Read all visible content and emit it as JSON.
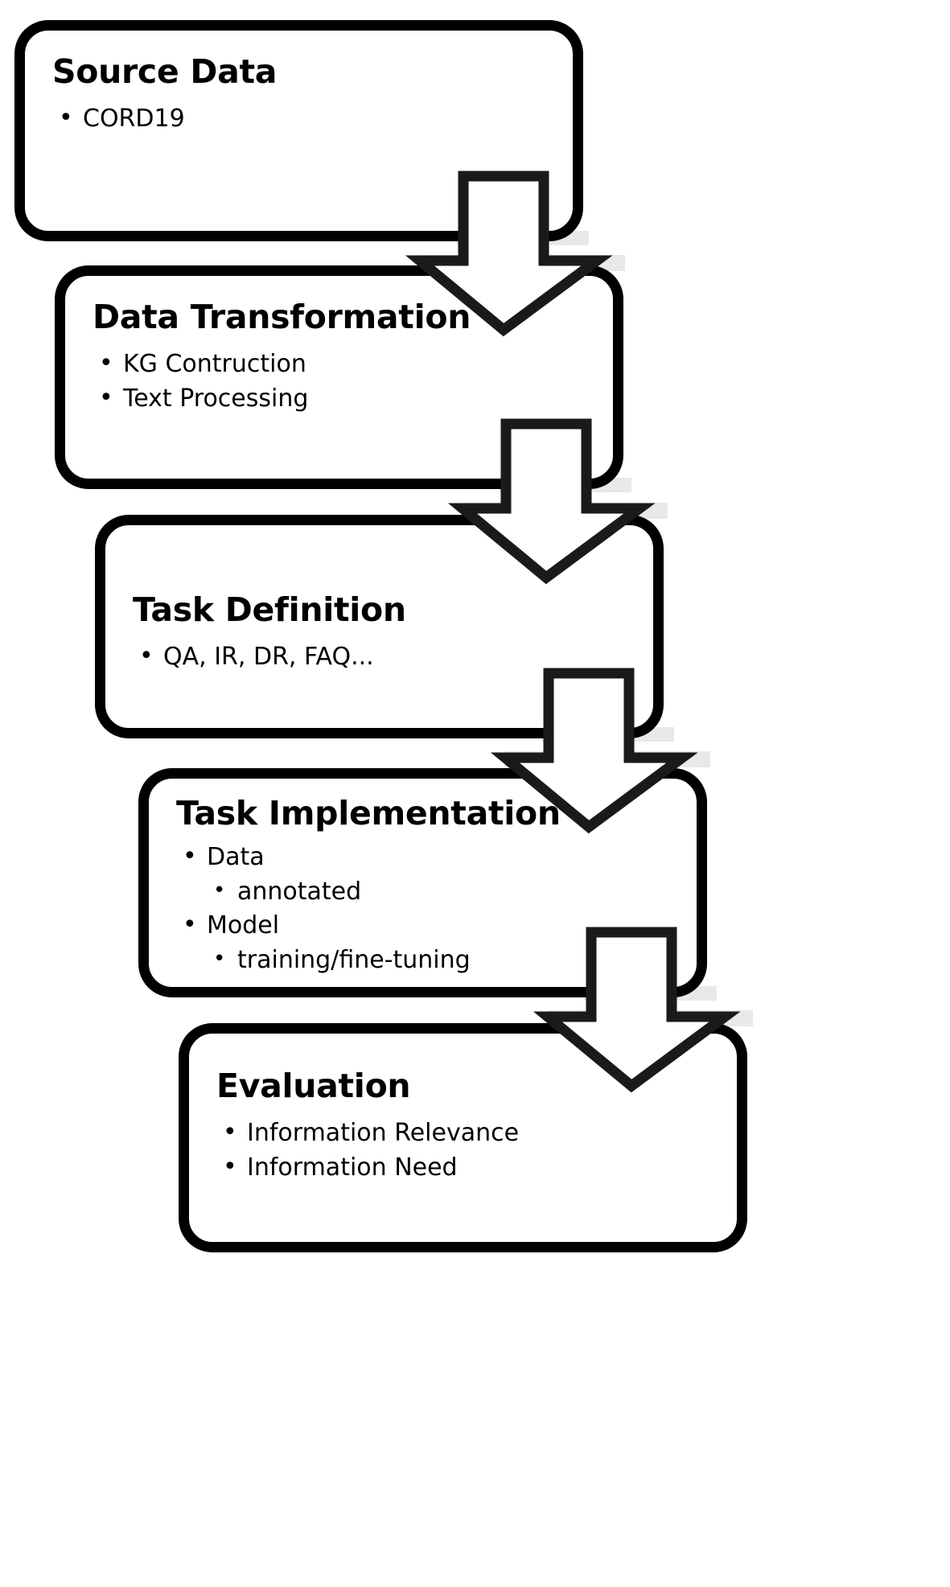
{
  "diagram": {
    "type": "flowchart",
    "orientation": "vertical-cascade",
    "title": "Research Pipeline Flowchart",
    "colors": {
      "box_border": "#000000",
      "box_fill": "#ffffff",
      "arrow_outline": "#1a1a1a",
      "arrow_fill": "#ffffff",
      "overlap_band": "#e8e8e8",
      "text": "#000000"
    },
    "stages": [
      {
        "id": "source-data",
        "title": "Source Data",
        "bullets": [
          {
            "text": "CORD19",
            "level": 1
          }
        ]
      },
      {
        "id": "data-transformation",
        "title": "Data Transformation",
        "bullets": [
          {
            "text": "KG Contruction",
            "level": 1
          },
          {
            "text": "Text Processing",
            "level": 1
          }
        ]
      },
      {
        "id": "task-definition",
        "title": "Task Definition",
        "bullets": [
          {
            "text": "QA, IR, DR, FAQ...",
            "level": 1
          }
        ]
      },
      {
        "id": "task-implementation",
        "title": "Task Implementation",
        "bullets": [
          {
            "text": "Data",
            "level": 1
          },
          {
            "text": "annotated",
            "level": 2
          },
          {
            "text": "Model",
            "level": 1
          },
          {
            "text": "training/fine-tuning",
            "level": 2
          }
        ]
      },
      {
        "id": "evaluation",
        "title": "Evaluation",
        "bullets": [
          {
            "text": "Information Relevance",
            "level": 1
          },
          {
            "text": "Information Need",
            "level": 1
          }
        ]
      }
    ],
    "connectors": [
      {
        "id": "arrow-1",
        "from": "source-data",
        "to": "data-transformation",
        "shape": "down-block-arrow"
      },
      {
        "id": "arrow-2",
        "from": "data-transformation",
        "to": "task-definition",
        "shape": "down-block-arrow"
      },
      {
        "id": "arrow-3",
        "from": "task-definition",
        "to": "task-implementation",
        "shape": "down-block-arrow"
      },
      {
        "id": "arrow-4",
        "from": "task-implementation",
        "to": "evaluation",
        "shape": "down-block-arrow"
      }
    ]
  }
}
